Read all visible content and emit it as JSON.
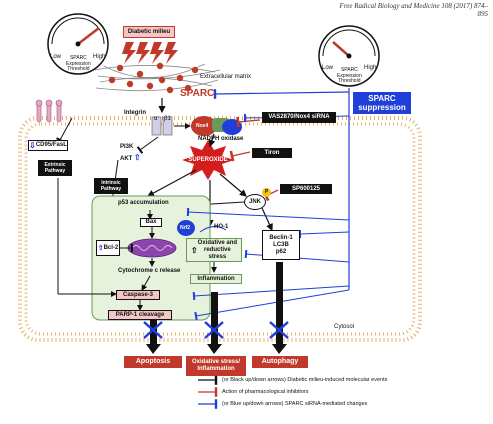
{
  "journal": "Free Radical Biology and Medicine 108 (2017) 874–895",
  "gauges": {
    "low": "Low",
    "high": "High",
    "gauge_label": "SPARC\nExpression\nThreshold"
  },
  "top": {
    "diabetic_milieu": "Diabetic milieu",
    "extracellular_matrix": "Extracellular matrix",
    "sparc": "SPARC",
    "sparc_suppression": "SPARC\nsuppression"
  },
  "membrane": {
    "integrin": "Integrin",
    "alpha": "α",
    "beta1": "β1",
    "nox4": "Nox4",
    "nadph_oxidase": "NADPH oxidase",
    "vas_inhibitor": "VAS2870/Nox4 siRNA",
    "cd95": "CD95/FasL",
    "extrinsic": "Extrinsic\nPathway"
  },
  "signaling": {
    "pi3k": "PI3K",
    "akt": "AKT",
    "superoxide": "SUPEROXIDE",
    "tiron": "Tiron",
    "sp600125": "SP600125",
    "jnk": "JNK",
    "p": "P",
    "intrinsic": "Intrinsic\nPathway"
  },
  "apoptosis_pathway": {
    "p53": "p53 accumulation",
    "bax": "Bax",
    "bcl2": "Bcl-2",
    "cytochrome": "Cytochrome c release",
    "caspase3": "Caspase-3",
    "parp": "PARP-1 cleavage"
  },
  "stress_pathway": {
    "nrf2": "Nrf2",
    "ho1": "HO-1",
    "oxidative": "Oxidative and\nreductive\nstress",
    "inflammation": "Inflammation"
  },
  "autophagy_pathway": {
    "beclin": "Beclin-1",
    "lc3b": "LC3B",
    "p62": "p62"
  },
  "cytosol": "Cytosol",
  "outcomes": {
    "apoptosis": "Apoptosis",
    "oxidative": "Oxidative stress/\nInflammation",
    "autophagy": "Autophagy"
  },
  "legend": [
    {
      "text": "(or Black up/down arrows) Diabetic milieu-induced molecular events",
      "color": "#111111"
    },
    {
      "text": "Action of pharmacological inhibitors",
      "color": "#c0392b"
    },
    {
      "text": "(or Blue up/down arrows) SPARC siRNA-mediated changes",
      "color": "#1f3fd8"
    }
  ],
  "colors": {
    "black": "#111111",
    "red": "#c0392b",
    "blue": "#1f3fd8",
    "membrane": "#e6b062",
    "green": "#e6f2dc"
  }
}
